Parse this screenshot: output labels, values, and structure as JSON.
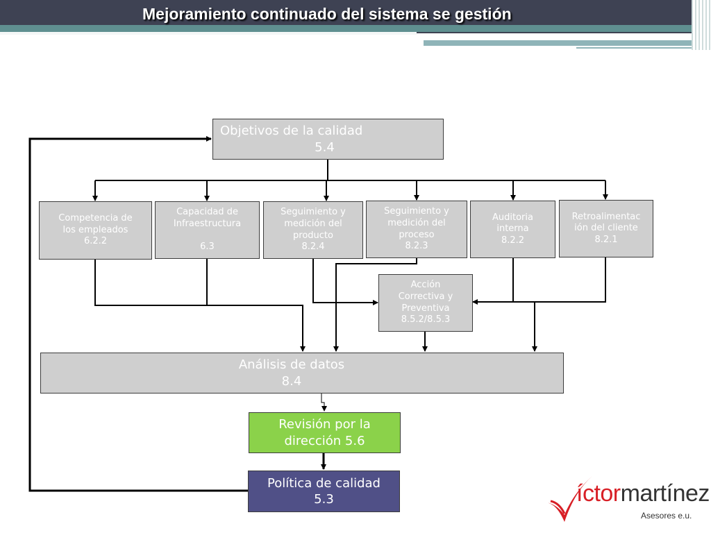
{
  "header": {
    "title": "Mejoramiento continuado del sistema se gestión"
  },
  "diagram": {
    "objetivos": {
      "line1": "Objetivos de la calidad",
      "line2": "5.4"
    },
    "competencia": {
      "line1": "Competencia de",
      "line2": "los empleados",
      "line3": "6.2.2"
    },
    "infraestructura": {
      "line1": "Capacidad de",
      "line2": "Infraestructura",
      "line3": "6.3"
    },
    "seg_producto": {
      "line1": "Seguimiento y",
      "line2": "medición del",
      "line3": "producto",
      "line4": "8.2.4"
    },
    "seg_proceso": {
      "line1": "Seguimiento y",
      "line2": "medición del",
      "line3": "proceso",
      "line4": "8.2.3"
    },
    "auditoria": {
      "line1": "Auditoria",
      "line2": "interna",
      "line3": "8.2.2"
    },
    "retroalimentacion": {
      "line1": "Retroalimentac",
      "line2": "ión del cliente",
      "line3": "8.2.1"
    },
    "accion": {
      "line1": "Acción",
      "line2": "Correctiva y",
      "line3": "Preventiva",
      "line4": "8.5.2/8.5.3"
    },
    "analisis": {
      "line1": "Análisis de datos",
      "line2": "8.4"
    },
    "revision": {
      "line1": "Revisión por la",
      "line2": "dirección 5.6"
    },
    "politica": {
      "line1": "Política de calidad",
      "line2": "5.3"
    }
  },
  "logo": {
    "first": "íctor",
    "second": "martínez",
    "sub": "Asesores e.u.",
    "accent_color": "#d81f26"
  }
}
